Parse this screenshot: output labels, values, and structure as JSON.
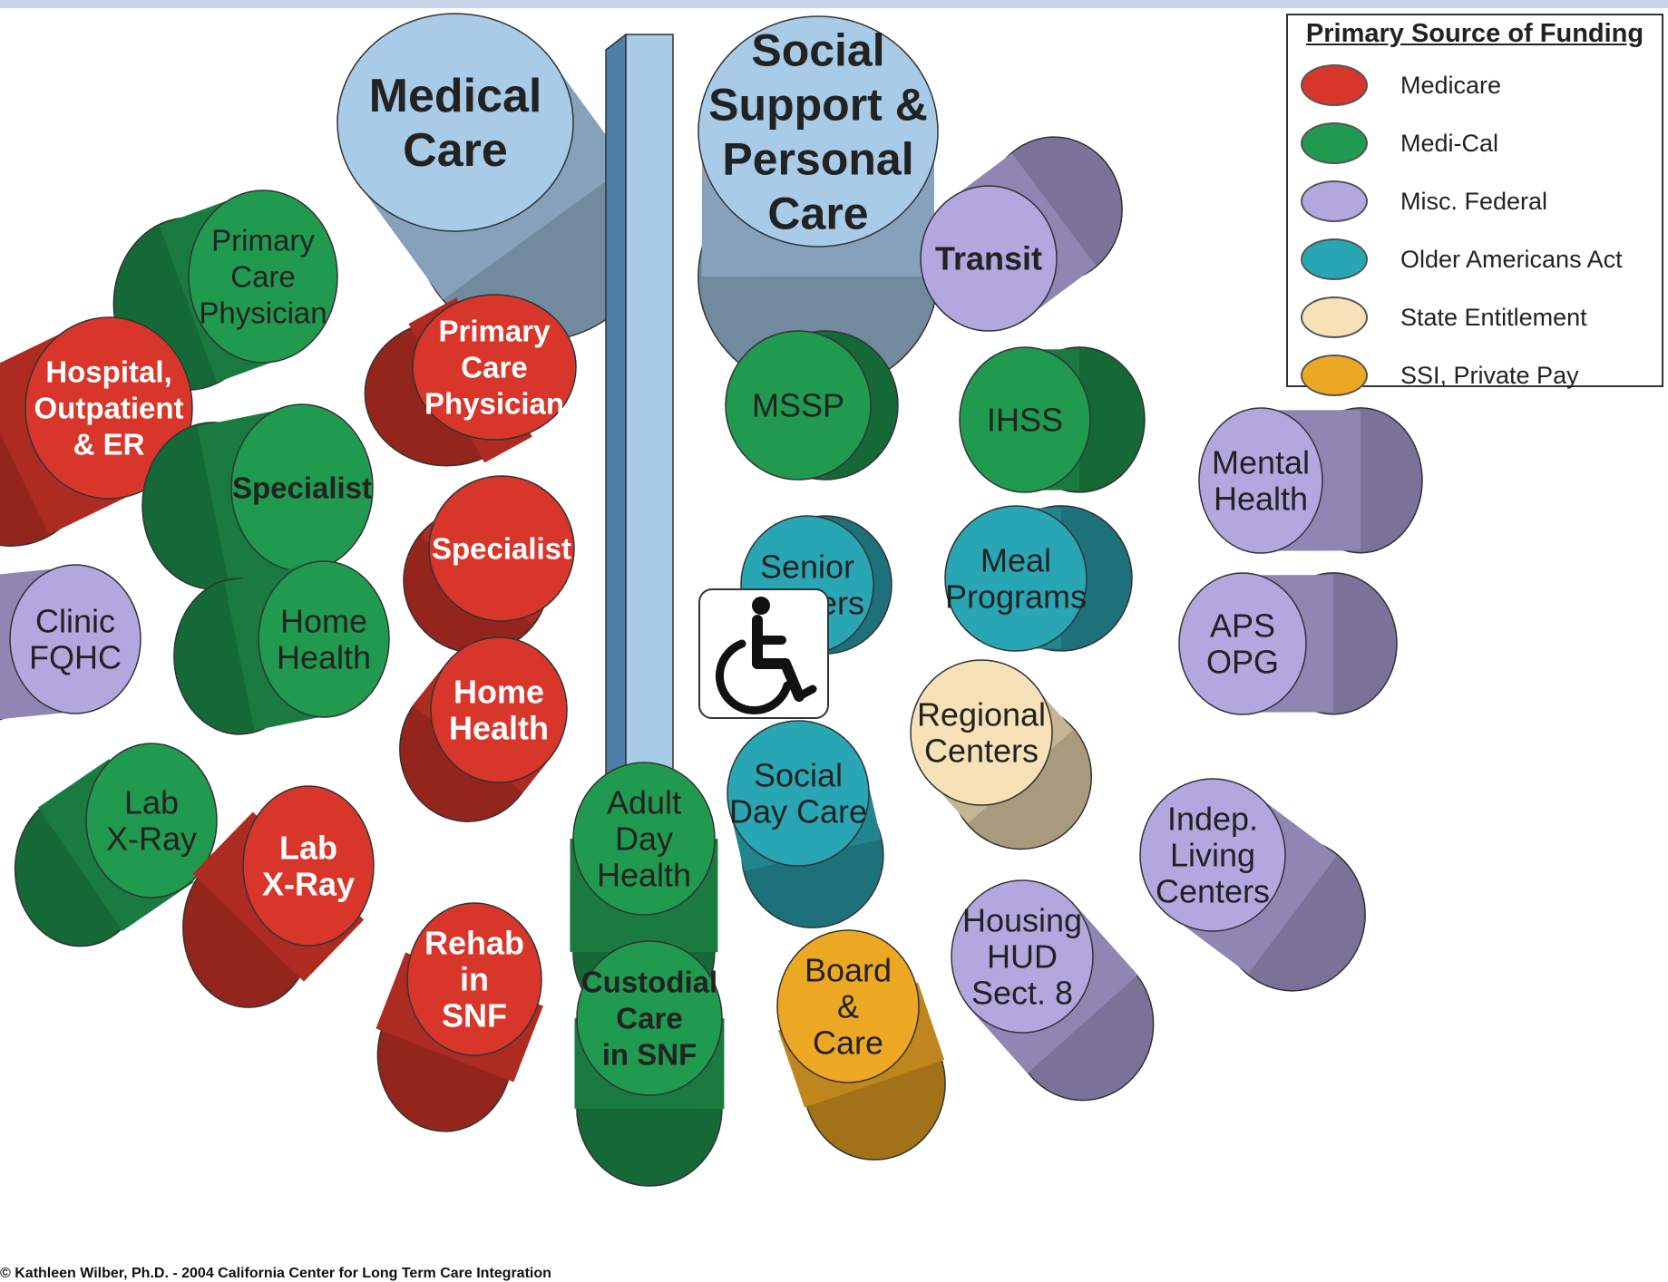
{
  "legend": {
    "title": "Primary Source of Funding",
    "items": [
      {
        "name": "Medicare",
        "key": "medicare",
        "color": "#d9362b"
      },
      {
        "name": "Medi-Cal",
        "key": "medical",
        "color": "#1f9a4f"
      },
      {
        "name": "Misc. Federal",
        "key": "federal",
        "color": "#b3a7e0"
      },
      {
        "name": "Older Americans Act",
        "key": "oaa",
        "color": "#29a6b4"
      },
      {
        "name": "State Entitlement",
        "key": "state",
        "color": "#f7e2b8"
      },
      {
        "name": "SSI, Private Pay",
        "key": "ssi",
        "color": "#eda823"
      }
    ]
  },
  "headings": {
    "medical_care": [
      "Medical",
      "Care"
    ],
    "social_support": [
      "Social",
      "Support &",
      "Personal",
      "Care"
    ]
  },
  "divider": {
    "icon": "wheelchair-icon"
  },
  "services": [
    {
      "id": "pcp-medical",
      "lines": [
        "Primary",
        "Care",
        "Physician"
      ],
      "funding": "medical",
      "bold": false
    },
    {
      "id": "hospital",
      "lines": [
        "Hospital,",
        "Outpatient",
        "& ER"
      ],
      "funding": "medicare",
      "bold": true
    },
    {
      "id": "pcp-medicare",
      "lines": [
        "Primary",
        "Care",
        "Physician"
      ],
      "funding": "medicare",
      "bold": true
    },
    {
      "id": "specialist-medical",
      "lines": [
        "Specialist"
      ],
      "funding": "medical",
      "bold": true
    },
    {
      "id": "specialist-medicare",
      "lines": [
        "Specialist"
      ],
      "funding": "medicare",
      "bold": true
    },
    {
      "id": "clinic",
      "lines": [
        "Clinic",
        "FQHC"
      ],
      "funding": "federal",
      "bold": false
    },
    {
      "id": "homehealth-medical",
      "lines": [
        "Home",
        "Health"
      ],
      "funding": "medical",
      "bold": false
    },
    {
      "id": "homehealth-medicare",
      "lines": [
        "Home",
        "Health"
      ],
      "funding": "medicare",
      "bold": true
    },
    {
      "id": "lab-medical",
      "lines": [
        "Lab",
        "X-Ray"
      ],
      "funding": "medical",
      "bold": false
    },
    {
      "id": "lab-medicare",
      "lines": [
        "Lab",
        "X-Ray"
      ],
      "funding": "medicare",
      "bold": true
    },
    {
      "id": "adult-day",
      "lines": [
        "Adult",
        "Day",
        "Health"
      ],
      "funding": "medical",
      "bold": false
    },
    {
      "id": "rehab",
      "lines": [
        "Rehab",
        "in",
        "SNF"
      ],
      "funding": "medicare",
      "bold": true
    },
    {
      "id": "custodial",
      "lines": [
        "Custodial",
        "Care",
        "in SNF"
      ],
      "funding": "medical",
      "bold": true
    },
    {
      "id": "transit",
      "lines": [
        "Transit"
      ],
      "funding": "federal",
      "bold": true
    },
    {
      "id": "mssp",
      "lines": [
        "MSSP"
      ],
      "funding": "medical",
      "bold": false
    },
    {
      "id": "ihss",
      "lines": [
        "IHSS"
      ],
      "funding": "medical",
      "bold": false
    },
    {
      "id": "mental-health",
      "lines": [
        "Mental",
        "Health"
      ],
      "funding": "federal",
      "bold": false
    },
    {
      "id": "senior-centers",
      "lines": [
        "Senior",
        "Centers"
      ],
      "funding": "oaa",
      "bold": false
    },
    {
      "id": "meal-programs",
      "lines": [
        "Meal",
        "Programs"
      ],
      "funding": "oaa",
      "bold": false
    },
    {
      "id": "aps",
      "lines": [
        "APS",
        "OPG"
      ],
      "funding": "federal",
      "bold": false
    },
    {
      "id": "regional-centers",
      "lines": [
        "Regional",
        "Centers"
      ],
      "funding": "state",
      "bold": false
    },
    {
      "id": "social-day-care",
      "lines": [
        "Social",
        "Day Care"
      ],
      "funding": "oaa",
      "bold": false
    },
    {
      "id": "indep-living",
      "lines": [
        "Indep.",
        "Living",
        "Centers"
      ],
      "funding": "federal",
      "bold": false
    },
    {
      "id": "board-care",
      "lines": [
        "Board",
        "&",
        "Care"
      ],
      "funding": "ssi",
      "bold": false
    },
    {
      "id": "housing",
      "lines": [
        "Housing",
        "HUD",
        "Sect. 8"
      ],
      "funding": "federal",
      "bold": false
    }
  ],
  "copyright": "© Kathleen Wilber, Ph.D. - 2004 California Center for Long Term Care Integration"
}
